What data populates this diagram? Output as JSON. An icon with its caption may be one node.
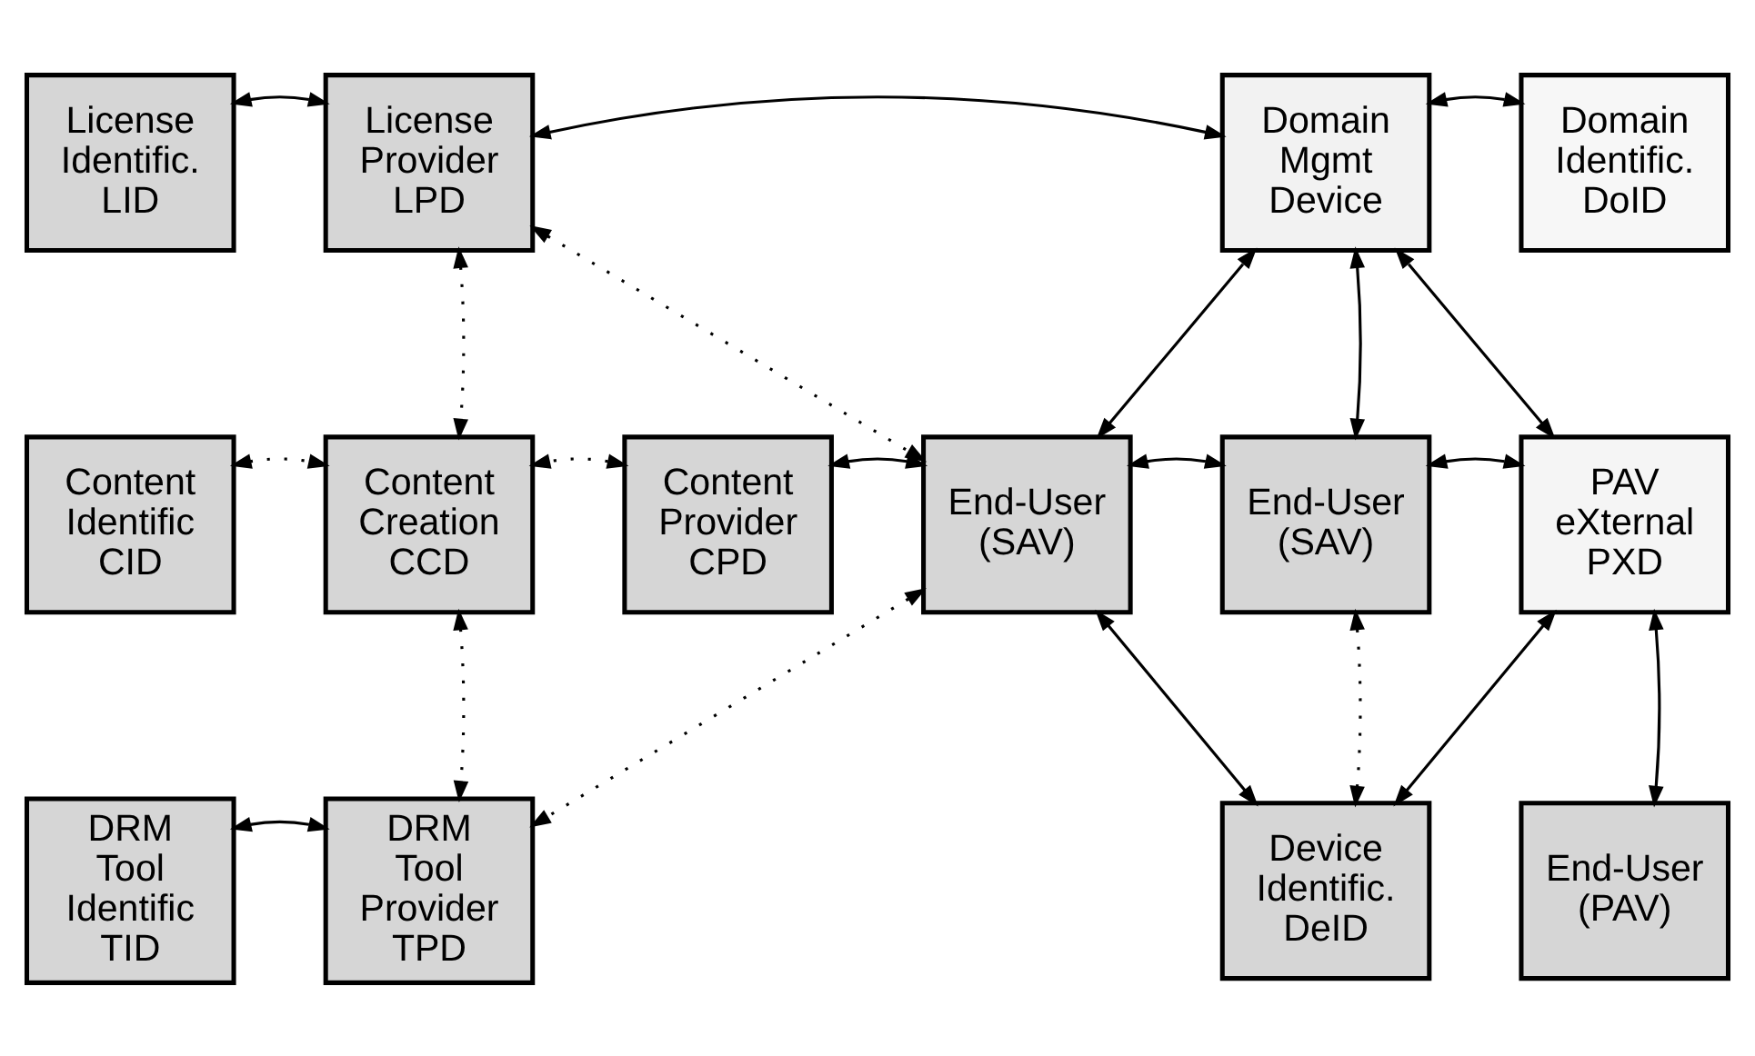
{
  "diagram": {
    "nodes": [
      {
        "text": [
          "License Identific. LID"
        ]
      },
      {
        "text": [
          "License Provider LPD"
        ]
      },
      {
        "text": [
          "Domain Mgmt Device"
        ]
      },
      {
        "text": [
          "Domain Identific. DoID"
        ]
      },
      {
        "text": [
          "Content Identific CID"
        ]
      },
      {
        "text": [
          "Content Creation CCD"
        ]
      },
      {
        "text": [
          "Content Provider CPD"
        ]
      },
      {
        "text": [
          "End-User (SAV)"
        ]
      },
      {
        "text": [
          "End-User (SAV)"
        ]
      },
      {
        "text": [
          "PAV eXternal PXD"
        ]
      },
      {
        "text": [
          "DRM Tool Identific TID"
        ]
      },
      {
        "text": [
          "DRM Tool Provider TPD"
        ]
      },
      {
        "text": [
          "Device Identific. DeID"
        ]
      },
      {
        "text": [
          "End-User (PAV)"
        ]
      }
    ],
    "edges": [
      {
        "from": 0,
        "to": 1,
        "arrow": "both"
      },
      {
        "from": 1,
        "to": 2,
        "arrow": "both"
      },
      {
        "from": 2,
        "to": 3,
        "arrow": "both"
      },
      {
        "from": 1,
        "to": 5,
        "arrow": "both",
        "style": "dashed"
      },
      {
        "from": 1,
        "to": 7,
        "arrow": "both",
        "style": "dashed"
      },
      {
        "from": 2,
        "to": 7,
        "arrow": "both"
      },
      {
        "from": 2,
        "to": 8,
        "arrow": "both"
      },
      {
        "from": 2,
        "to": 9,
        "arrow": "both"
      },
      {
        "from": 4,
        "to": 5,
        "arrow": "both",
        "style": "dashed"
      },
      {
        "from": 6,
        "to": 5,
        "arrow": "both",
        "style": "dashed"
      },
      {
        "from": 6,
        "to": 7,
        "arrow": "both"
      },
      {
        "from": 8,
        "to": 7,
        "arrow": "both"
      },
      {
        "from": 8,
        "to": 9,
        "arrow": "both"
      },
      {
        "from": 5,
        "to": 11,
        "arrow": "both",
        "style": "dashed"
      },
      {
        "from": 7,
        "to": 11,
        "arrow": "both",
        "style": "dashed"
      },
      {
        "from": 11,
        "to": 10,
        "arrow": "both"
      },
      {
        "from": 7,
        "to": 12,
        "arrow": "both"
      },
      {
        "from": 8,
        "to": 12,
        "arrow": "both",
        "style": "dashed"
      },
      {
        "from": 9,
        "to": 12,
        "arrow": "both"
      },
      {
        "from": 9,
        "to": 13,
        "arrow": "both"
      }
    ]
  }
}
